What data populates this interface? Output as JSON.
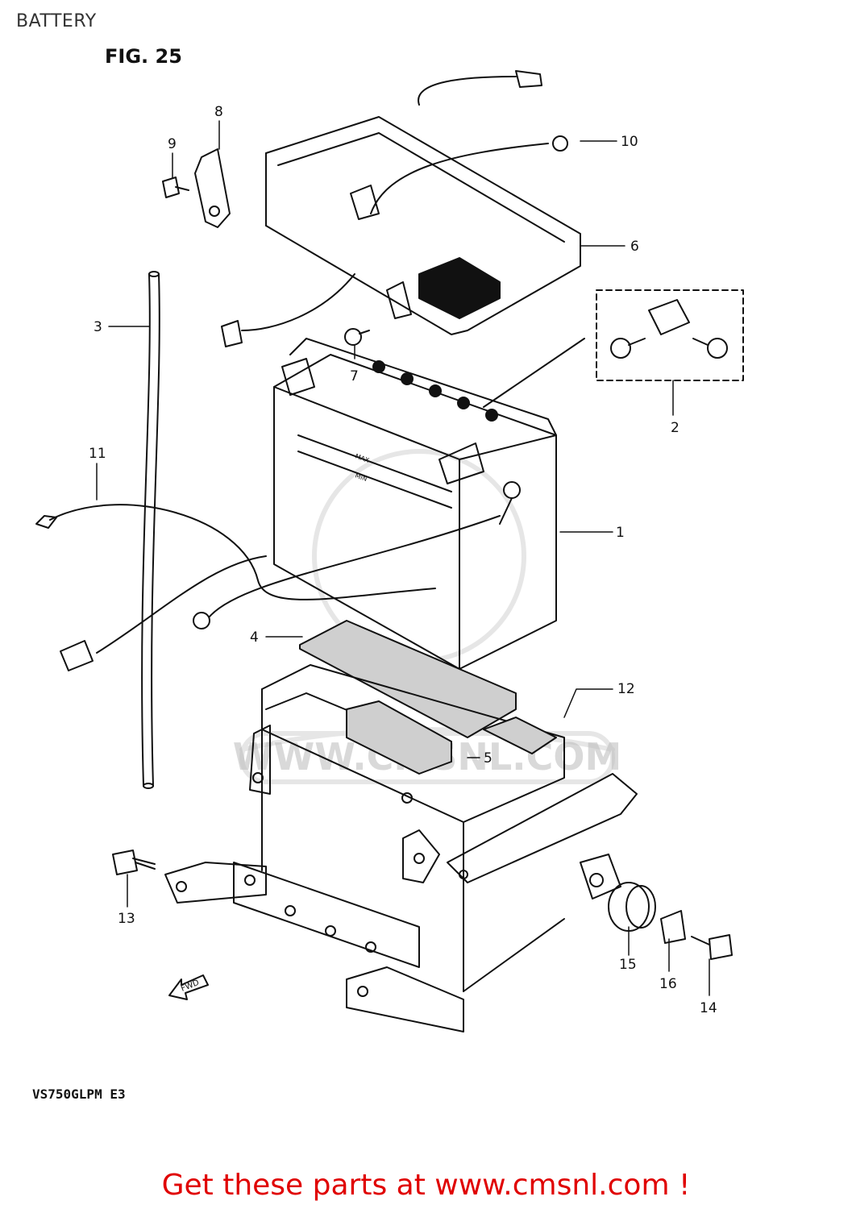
{
  "header": {
    "title": "BATTERY",
    "figure": "FIG. 25"
  },
  "callouts": [
    {
      "num": "1",
      "part": "battery"
    },
    {
      "num": "2",
      "part": "terminal-bolt-set"
    },
    {
      "num": "3",
      "part": "breather-hose"
    },
    {
      "num": "4",
      "part": "pad"
    },
    {
      "num": "5",
      "part": "pad"
    },
    {
      "num": "6",
      "part": "battery-cover"
    },
    {
      "num": "7",
      "part": "screw"
    },
    {
      "num": "8",
      "part": "clamp"
    },
    {
      "num": "9",
      "part": "bolt"
    },
    {
      "num": "10",
      "part": "cable"
    },
    {
      "num": "11",
      "part": "lead-wire"
    },
    {
      "num": "12",
      "part": "battery-holder"
    },
    {
      "num": "13",
      "part": "bolt"
    },
    {
      "num": "14",
      "part": "bolt"
    },
    {
      "num": "15",
      "part": "cushion"
    },
    {
      "num": "16",
      "part": "spacer"
    }
  ],
  "fwd_label": "FWD",
  "battery_marks": {
    "upper": "MAX",
    "lower": "MIN"
  },
  "watermark": "WWW.CMSNL.COM",
  "model_code": "VS750GLPM E3",
  "footer": {
    "cta": "Get these parts at www.cmsnl.com !"
  }
}
